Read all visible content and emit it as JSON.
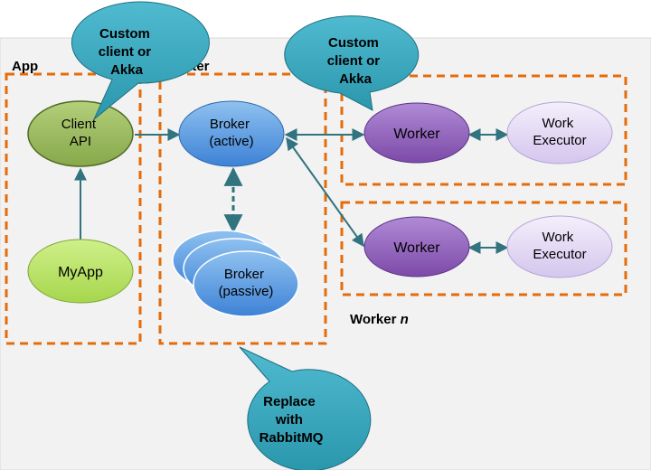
{
  "groups": {
    "app": "App",
    "cluster": "ster",
    "worker_n_prefix": "Worker ",
    "worker_n_suffix": "n"
  },
  "nodes": {
    "client_api": [
      "Client",
      "API"
    ],
    "myapp": [
      "MyApp"
    ],
    "broker_active": [
      "Broker",
      "(active)"
    ],
    "broker_passive": [
      "Broker",
      "(passive)"
    ],
    "worker_1": [
      "Worker"
    ],
    "worker_2": [
      "Worker"
    ],
    "executor_1": [
      "Work",
      "Executor"
    ],
    "executor_2": [
      "Work",
      "Executor"
    ]
  },
  "callouts": {
    "client": [
      "Custom",
      "client or",
      "Akka"
    ],
    "worker": [
      "Custom",
      "client or",
      "Akka"
    ],
    "broker": [
      "Replace",
      "with",
      "RabbitMQ"
    ]
  },
  "colors": {
    "background_panel": "#f2f2f2",
    "dashed_box": "#e46c0a",
    "callout_fill": "#31a6bd",
    "client_api_fill": "#9bbb59",
    "myapp_fill": "#b7e25d",
    "broker_fill": "#5b9bd5",
    "worker_fill": "#8e5fb8",
    "executor_fill": "#e2d8f4",
    "arrow": "#31737f"
  }
}
